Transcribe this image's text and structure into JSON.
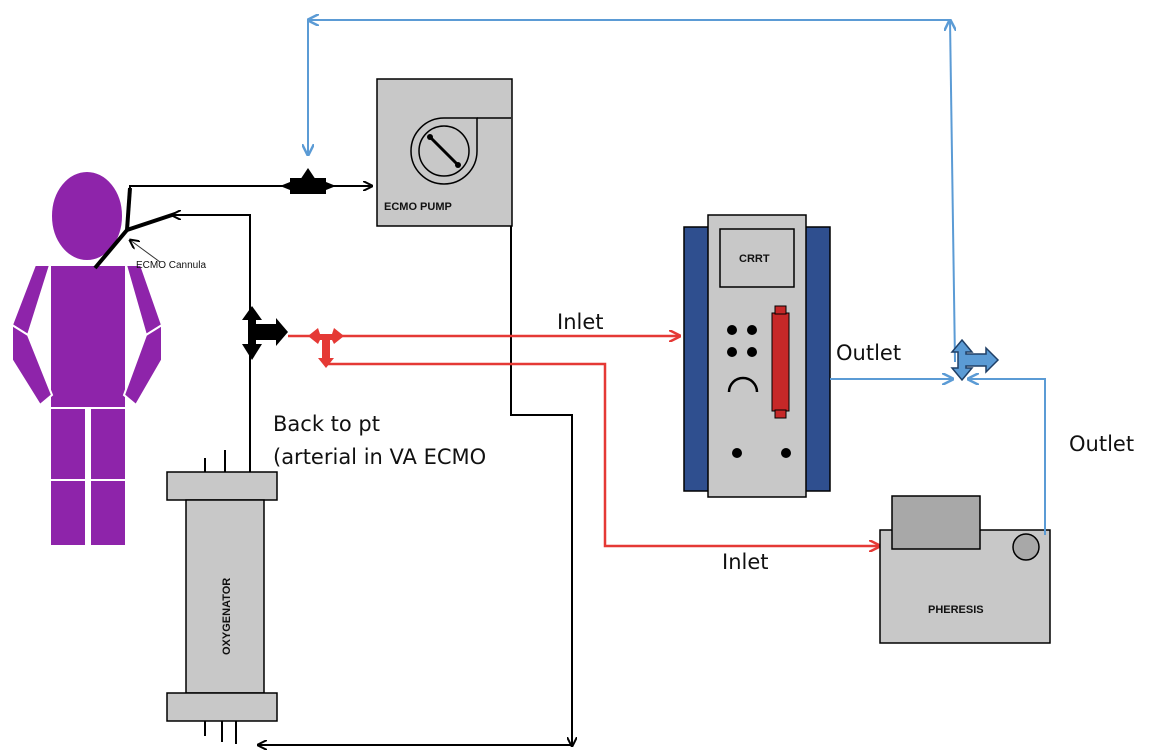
{
  "labels": {
    "ecmo_pump": "ECMO PUMP",
    "ecmo_cannula": "ECMO Cannula",
    "crrt": "CRRT",
    "oxygenator": "OXYGENATOR",
    "pheresis": "PHERESIS",
    "inlet_crrt": "Inlet",
    "outlet_crrt": "Outlet",
    "inlet_pheresis": "Inlet",
    "outlet_pheresis": "Outlet",
    "back_to_pt_line1": "Back to pt",
    "back_to_pt_line2": "(arterial in VA ECMO"
  },
  "colors": {
    "patient": "#8e24aa",
    "arterial_line": "#e53935",
    "return_line": "#5b9bd5",
    "device_fill": "#c8c8c8",
    "crrt_panel": "#2f4f8f",
    "crrt_pump_segment": "#c62828",
    "circuit_line": "#000000"
  }
}
